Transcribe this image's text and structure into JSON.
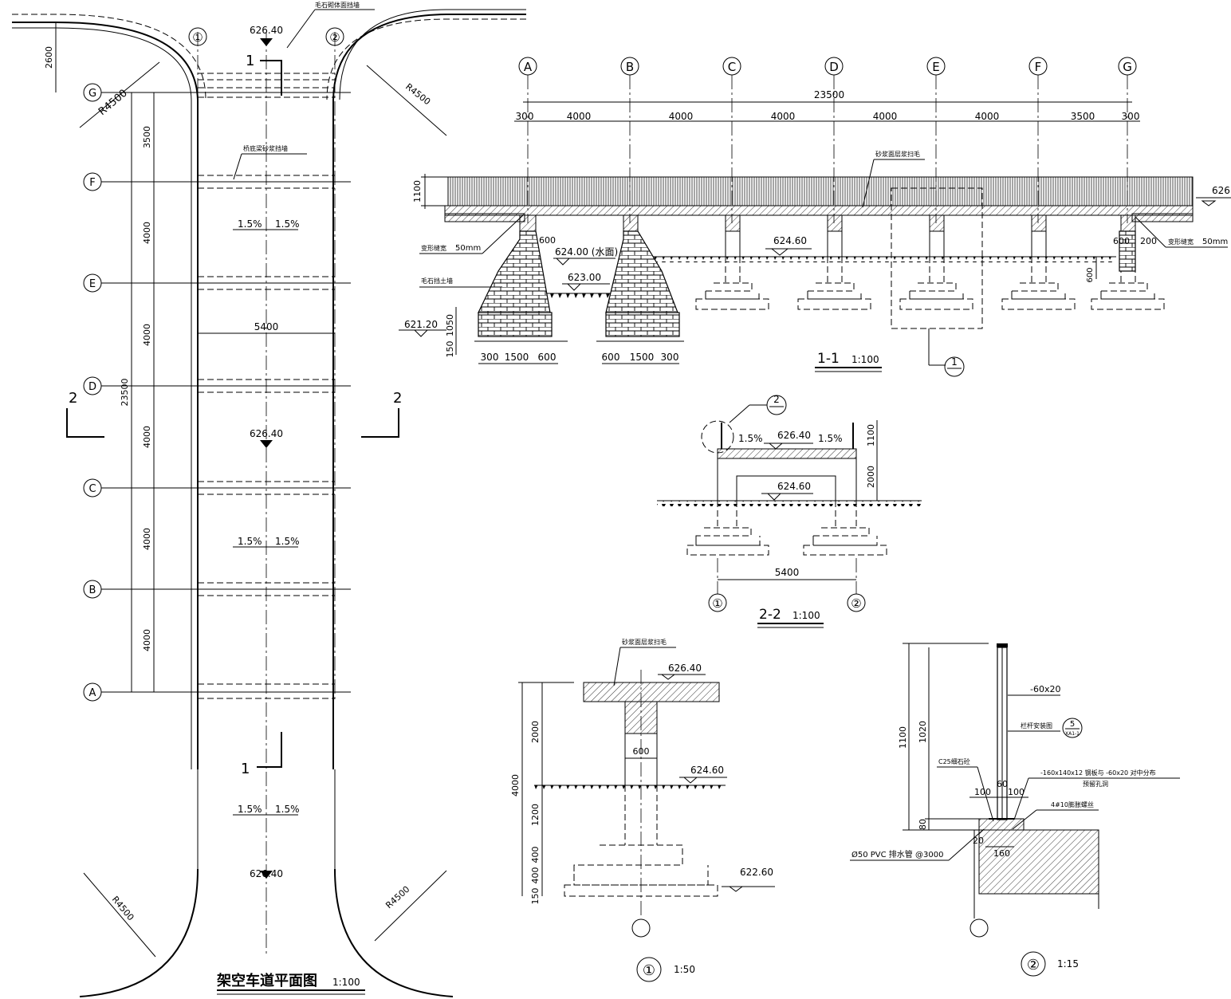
{
  "plan": {
    "title": "架空车道平面图",
    "scale": "1:100",
    "axes_vertical": [
      "①",
      "②"
    ],
    "axes_horizontal": [
      "G",
      "F",
      "E",
      "D",
      "C",
      "B",
      "A"
    ],
    "spacings": [
      "2600",
      "3500",
      "4000",
      "4000",
      "4000",
      "4000",
      "4000"
    ],
    "total": "23500",
    "width": "5400",
    "radius": "R4500",
    "elevation": "626.40",
    "slope": "1.5%",
    "section1": "1",
    "section2": "2",
    "note_top": "毛石砌体面挡墙",
    "note_mid": "桥底梁砂浆挡墙"
  },
  "sec11": {
    "title": "1-1",
    "scale": "1:100",
    "axes": [
      "A",
      "B",
      "C",
      "D",
      "E",
      "F",
      "G"
    ],
    "total": "23500",
    "spans": [
      "300",
      "4000",
      "4000",
      "4000",
      "4000",
      "4000",
      "3500",
      "300"
    ],
    "rail_h": "1100",
    "elev_right": "626.",
    "note_deck": "砂浆面层浆扫毛",
    "note_joint": "变形缝宽",
    "joint_w": "50mm",
    "note_wall": "毛石挡土墙",
    "elev_water": "624.00 (水面)",
    "elev_bottom": "623.00",
    "elev_ground": "624.60",
    "elev_found": "621.20",
    "d600": "600",
    "d200": "200",
    "d1050": "1050",
    "d150": "150",
    "foot_left": [
      "300",
      "1500",
      "600"
    ],
    "foot_right": [
      "600",
      "1500",
      "300"
    ],
    "detail_ref": "1"
  },
  "sec22": {
    "title": "2-2",
    "scale": "1:100",
    "detail_ref": "2",
    "slope": "1.5%",
    "elev_top": "626.40",
    "elev_ground": "624.60",
    "h_rail": "1100",
    "h_clear": "2000",
    "width": "5400",
    "axes": [
      "①",
      "②"
    ]
  },
  "det1": {
    "label": "①",
    "scale": "1:50",
    "note": "砂浆面层浆扫毛",
    "elev_top": "626.40",
    "elev_ground": "624.60",
    "elev_base": "622.60",
    "col_w": "600",
    "dims": [
      "4000",
      "2000",
      "1200",
      "400",
      "400",
      "150"
    ]
  },
  "det2": {
    "label": "②",
    "scale": "1:15",
    "flat": "-60x20",
    "note_rail": "栏杆安装图",
    "ref_top": "5",
    "ref_bot": "XA1-1",
    "concrete": "C25细石砼",
    "plate": "-160x140x12 钢板与 -60x20 对中分布",
    "hole": "预留孔洞",
    "bolt": "4#10膨胀螺丝",
    "pipe": "Ø50 PVC 排水管 @3000",
    "dims": [
      "1100",
      "1020",
      "80",
      "100",
      "60",
      "100",
      "20",
      "160"
    ]
  }
}
